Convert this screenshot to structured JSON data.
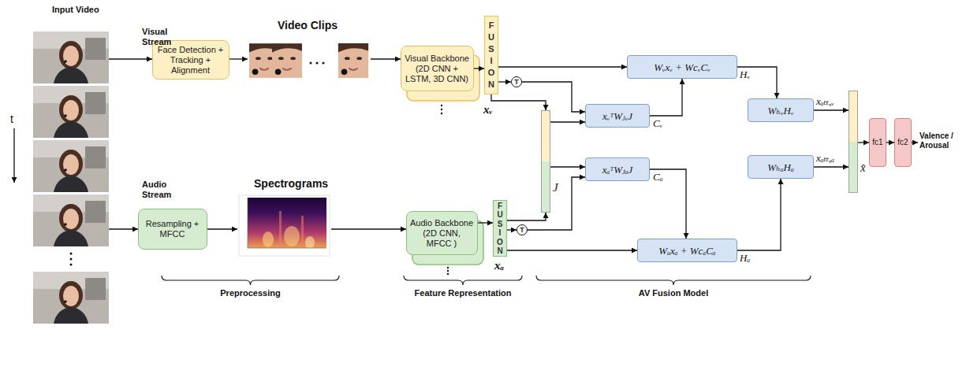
{
  "diagram": {
    "nodes": [
      {
        "text": [
          "Face Detection + Tracking + Alignment"
        ]
      },
      {
        "text": [
          "Visual Backbone (2D CNN + LSTM, 3D CNN)"
        ]
      },
      {
        "text": [
          "FUSION"
        ]
      },
      {
        "text": [
          "T"
        ]
      },
      {
        "text": [
          "Resampling + MFCC"
        ]
      },
      {
        "text": [
          "Audio Backbone (2D CNN, MFCC )"
        ]
      },
      {
        "text": [
          "FUSION"
        ]
      },
      {
        "text": [
          "T"
        ]
      },
      {
        "text": [
          "J"
        ]
      },
      {
        "text": [
          "xᵥᵀWⱼᵥJ"
        ]
      },
      {
        "text": [
          "Wᵥxᵥ + WcᵥCᵥ"
        ]
      },
      {
        "text": [
          "xₐᵀWⱼₐJ"
        ]
      },
      {
        "text": [
          "Wₐxₐ + WcₐCₐ"
        ]
      },
      {
        "text": [
          "WₕᵥHᵥ"
        ]
      },
      {
        "text": [
          "WₕₐHₐ"
        ]
      },
      {
        "text": [
          "x̂"
        ]
      },
      {
        "text": [
          "fc1"
        ]
      },
      {
        "text": [
          "fc2"
        ]
      }
    ],
    "edges": [
      {
        "from": 1,
        "to": 2,
        "arrow": "to"
      },
      {
        "from": 2,
        "to": 3,
        "arrow": "to"
      },
      {
        "from": 3,
        "to": 9,
        "arrow": "to"
      },
      {
        "from": 2,
        "to": 8,
        "arrow": "to"
      },
      {
        "from": 2,
        "to": 10,
        "arrow": "to"
      },
      {
        "from": 8,
        "to": 9,
        "arrow": "to"
      },
      {
        "from": 9,
        "to": 10,
        "arrow": "to",
        "label": "Cᵥ"
      },
      {
        "from": 10,
        "to": 13,
        "arrow": "to",
        "label": "Hᵥ"
      },
      {
        "from": 13,
        "to": 15,
        "arrow": "to",
        "label": "xₐₜₜ,ᵥ"
      },
      {
        "from": 5,
        "to": 6,
        "arrow": "to"
      },
      {
        "from": 6,
        "to": 7,
        "arrow": "to"
      },
      {
        "from": 7,
        "to": 11,
        "arrow": "to"
      },
      {
        "from": 6,
        "to": 8,
        "arrow": "to"
      },
      {
        "from": 6,
        "to": 12,
        "arrow": "to"
      },
      {
        "from": 8,
        "to": 11,
        "arrow": "to"
      },
      {
        "from": 11,
        "to": 12,
        "arrow": "to",
        "label": "Cₐ"
      },
      {
        "from": 12,
        "to": 14,
        "arrow": "to",
        "label": "Hₐ"
      },
      {
        "from": 14,
        "to": 15,
        "arrow": "to",
        "label": "xₐₜₜ,ₐ"
      },
      {
        "from": 15,
        "to": 16,
        "arrow": "to"
      },
      {
        "from": 16,
        "to": 17,
        "arrow": "to"
      }
    ],
    "labels": [
      "Input Video",
      "t",
      "Visual Stream",
      "Video Clips",
      "xᵥ",
      "Audio Stream",
      "Spectrograms",
      "xₐ",
      "Preprocessing",
      "Feature Representation",
      "AV Fusion Model",
      "Valence / Arousal"
    ]
  }
}
